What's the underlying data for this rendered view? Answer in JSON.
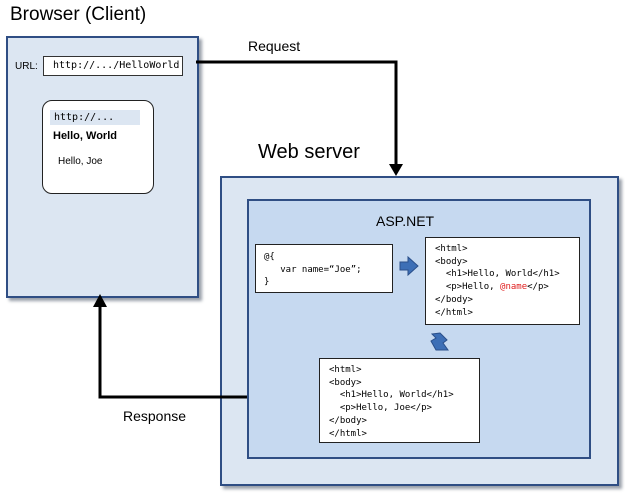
{
  "browser": {
    "title": "Browser (Client)",
    "url_label": "URL:",
    "url_value": "http://.../HelloWorld",
    "preview": {
      "url": "http://...",
      "heading": "Hello, World",
      "text": "Hello, Joe"
    }
  },
  "flow": {
    "request_label": "Request",
    "response_label": "Response"
  },
  "webserver": {
    "title": "Web server",
    "aspnet": {
      "title": "ASP.NET",
      "razor_code": [
        "@{",
        "   var name=“Joe”;",
        "}"
      ],
      "template_html": {
        "line1": "<html>",
        "line2": "<body>",
        "line3": "  <h1>Hello, World</h1>",
        "line4_prefix": "  <p>Hello, ",
        "line4_highlight": "@name",
        "line4_suffix": "</p>",
        "line5": "</body>",
        "line6": "</html>"
      },
      "output_html": [
        "<html>",
        "<body>",
        "  <h1>Hello, World</h1>",
        "  <p>Hello, Joe</p>",
        "</body>",
        "</html>"
      ]
    }
  },
  "colors": {
    "panel_fill": "#dce6f2",
    "aspnet_fill": "#c6d9f0",
    "border": "#2f4e84",
    "arrow_blue": "#3d6fb6",
    "highlight_red": "#e02020"
  }
}
